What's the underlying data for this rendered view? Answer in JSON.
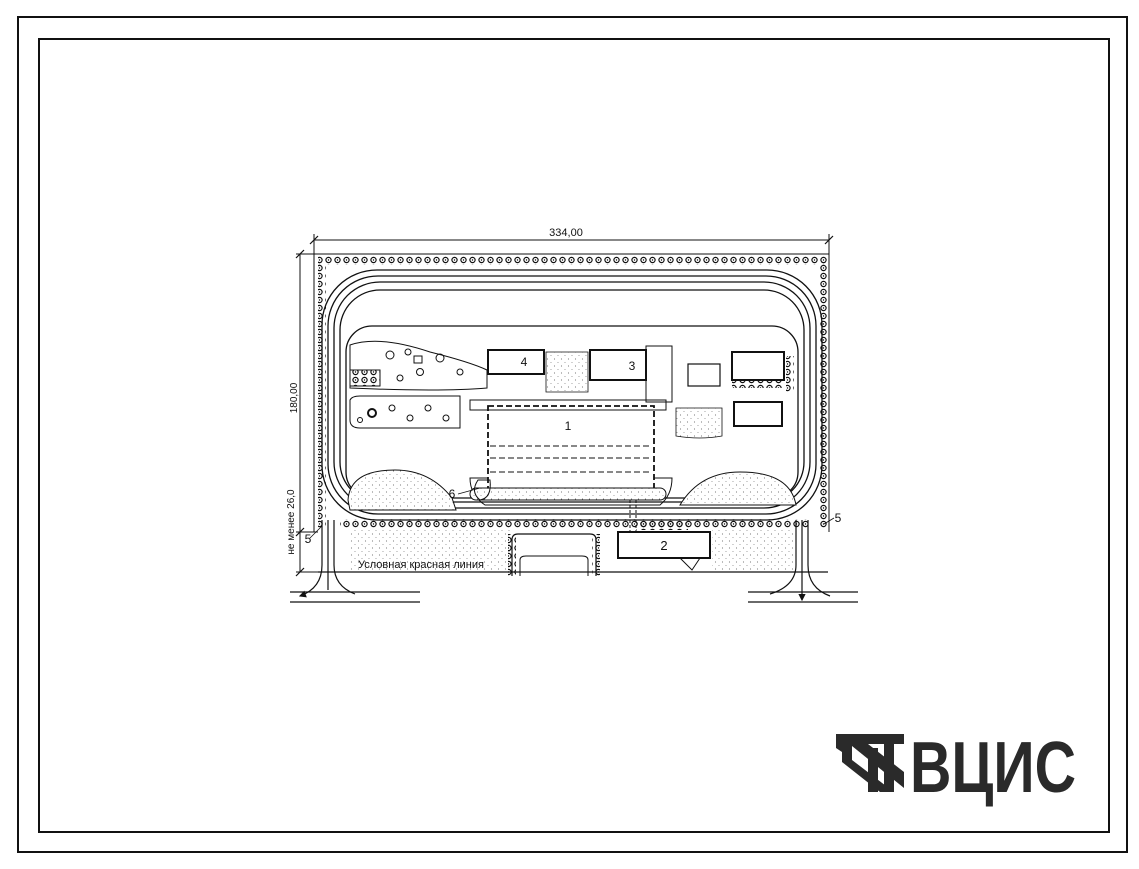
{
  "plan": {
    "width_dim": "334,00",
    "height_dim": "180,00",
    "setback_dim": "не менее 26,0",
    "red_line_label": "Условная красная линия",
    "callouts": {
      "main_building": "1",
      "checkpoint": "2",
      "building_3": "3",
      "building_4": "4",
      "tree_strip_left": "5",
      "tree_strip_right": "5",
      "item_6": "6"
    }
  },
  "logo": {
    "text": "ВЦИС",
    "icon": "stacked-chevron-logo-icon"
  }
}
